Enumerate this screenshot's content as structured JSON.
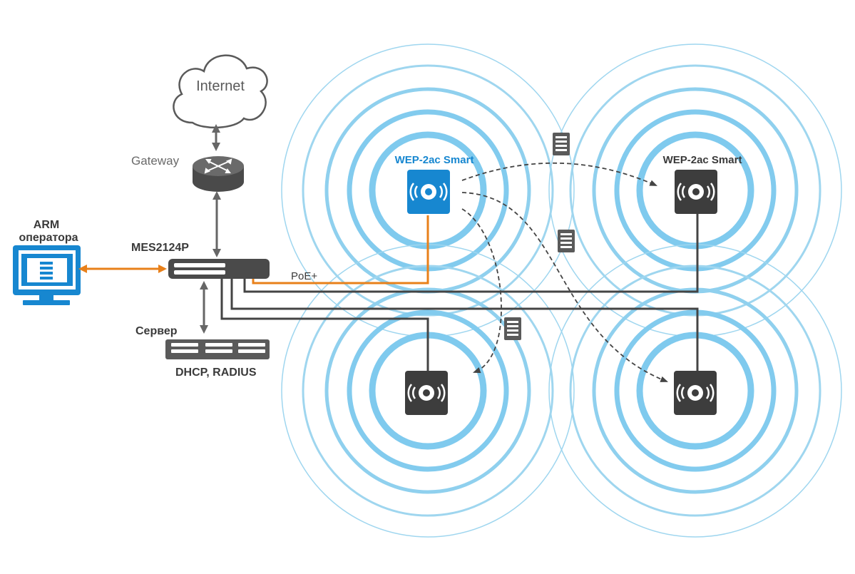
{
  "labels": {
    "internet": "Internet",
    "gateway": "Gateway",
    "arm_line1": "ARM",
    "arm_line2": "оператора",
    "switch": "MES2124P",
    "poe": "PoE+",
    "server": "Сервер",
    "server_services": "DHCP, RADIUS",
    "ap_top_left": "WEP-2ac Smart",
    "ap_top_right": "WEP-2ac Smart"
  },
  "colors": {
    "ring_light": "#9fd6ef",
    "ring_strong": "#7fcaee",
    "ap_active": "#1787d0",
    "ap_dark": "#3d3d3d",
    "link": "#444444",
    "poe_link": "#e8801a",
    "arm_link": "#e8801a",
    "device_grey": "#5a5a5a",
    "label_blue": "#1787d0",
    "label_dark": "#3a3a3a",
    "label_grey": "#6a6a6a"
  },
  "icons": {
    "cloud": "cloud-icon",
    "router": "router-icon",
    "switch": "switch-icon",
    "server": "server-rack-icon",
    "monitor": "monitor-icon",
    "access_point": "wifi-access-point-icon",
    "data_packet": "data-packet-icon"
  }
}
